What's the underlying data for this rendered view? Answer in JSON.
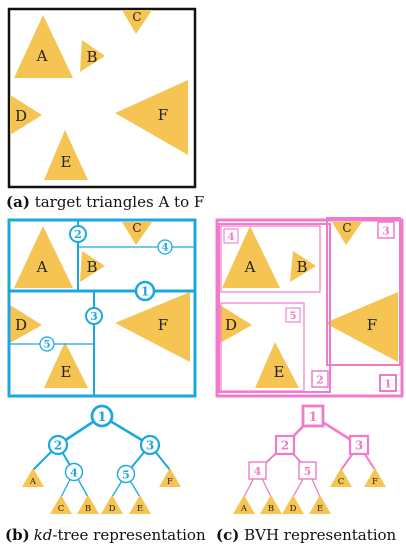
{
  "colors": {
    "triangle": "#F5C452",
    "kd_tree": "#1BA8E0",
    "bvh": "#F27ACB",
    "frame": "#111111"
  },
  "triangles": [
    "A",
    "B",
    "C",
    "D",
    "E",
    "F"
  ],
  "captions": {
    "a_tag": "(a)",
    "a_text": " target triangles A to F",
    "b_tag": "(b)",
    "b_italic": "kd",
    "b_text": "-tree representation",
    "c_tag": "(c)",
    "c_text": " BVH representation"
  },
  "kd_tree": {
    "split_labels": [
      "1",
      "2",
      "3",
      "4",
      "5"
    ],
    "nodes": [
      "1",
      "2",
      "3",
      "4",
      "5"
    ],
    "leaves": [
      "A",
      "C",
      "B",
      "D",
      "E",
      "F"
    ]
  },
  "bvh": {
    "box_labels": [
      "1",
      "2",
      "3",
      "4",
      "5"
    ],
    "nodes": [
      "1",
      "2",
      "3",
      "4",
      "5"
    ],
    "leaves": [
      "A",
      "B",
      "D",
      "E",
      "C",
      "F"
    ]
  }
}
